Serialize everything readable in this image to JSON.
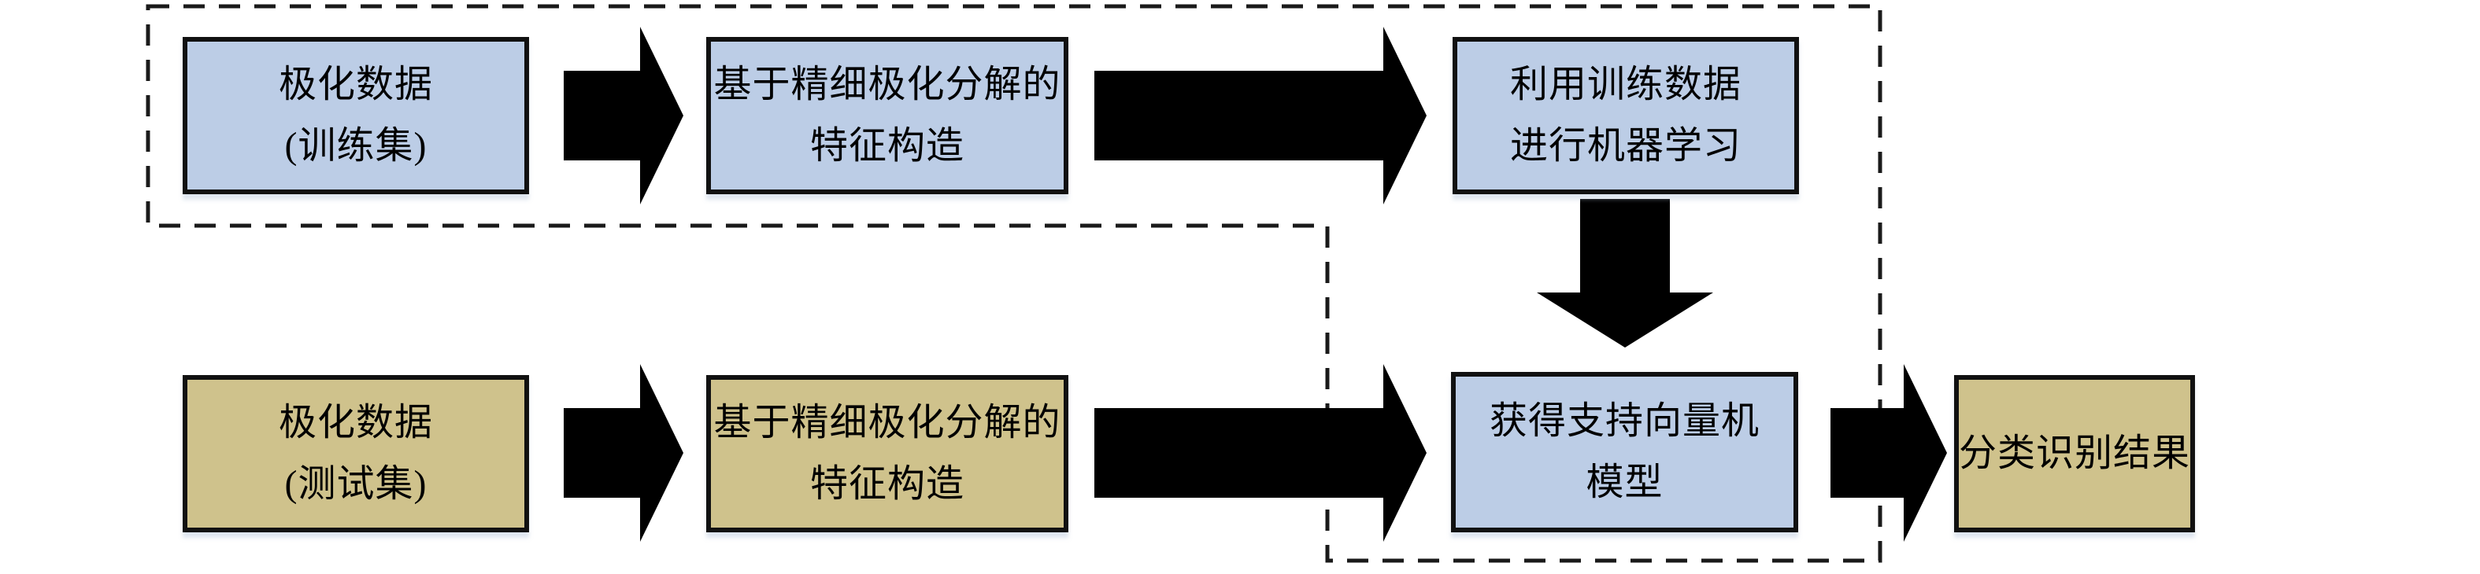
{
  "diagram": {
    "background": "#ffffff",
    "colors": {
      "train_branch_fill": "#bccde6",
      "test_branch_fill": "#cfc28c",
      "box_border": "#111111",
      "arrow": "#000000",
      "dashed_outline": "#1a1a1a"
    },
    "nodes": {
      "train_data": {
        "line1": "极化数据",
        "line2": "(训练集)"
      },
      "train_feature": {
        "line1": "基于精细极化分解的",
        "line2": "特征构造"
      },
      "train_ml": {
        "line1": "利用训练数据",
        "line2": "进行机器学习"
      },
      "test_data": {
        "line1": "极化数据",
        "line2": "(测试集)"
      },
      "test_feature": {
        "line1": "基于精细极化分解的",
        "line2": "特征构造"
      },
      "svm_model": {
        "line1": "获得支持向量机",
        "line2": "模型"
      },
      "result": {
        "line1": "分类识别结果"
      }
    },
    "icons": [
      "arrow-right-icon",
      "arrow-down-icon",
      "dashed-boundary"
    ]
  }
}
